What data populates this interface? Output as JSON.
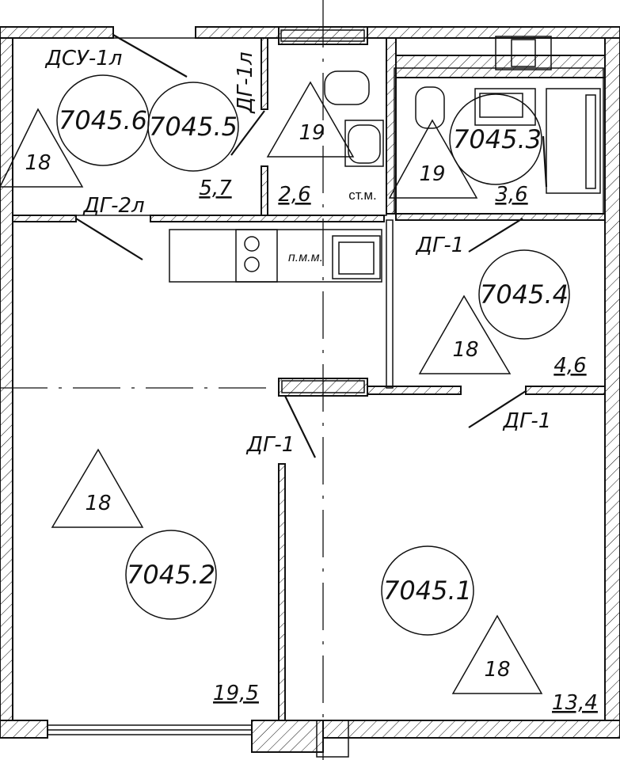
{
  "plan": {
    "rooms": [
      {
        "id": "7045.1",
        "area": "13,4",
        "tag": "18"
      },
      {
        "id": "7045.2",
        "area": "19,5",
        "tag": "18"
      },
      {
        "id": "7045.3",
        "area": "3,6",
        "tag": "19"
      },
      {
        "id": "7045.4",
        "area": "4,6",
        "tag": "18"
      },
      {
        "id": "7045.5",
        "area": "2,6",
        "tag": "19"
      },
      {
        "id": "7045.6",
        "area": "5,7",
        "tag": "18"
      }
    ],
    "doors": {
      "dsu_1l": "ДСУ-1л",
      "dg_1l": "ДГ-1л",
      "dg_2l": "ДГ-2л",
      "dg_1_a": "ДГ-1",
      "dg_1_b": "ДГ-1",
      "dg_1_c": "ДГ-1"
    },
    "fixtures": {
      "washing_machine": "ст.м.",
      "dishwasher": "п.м.м."
    },
    "colors": {
      "line": "#111111",
      "background": "#ffffff"
    }
  }
}
